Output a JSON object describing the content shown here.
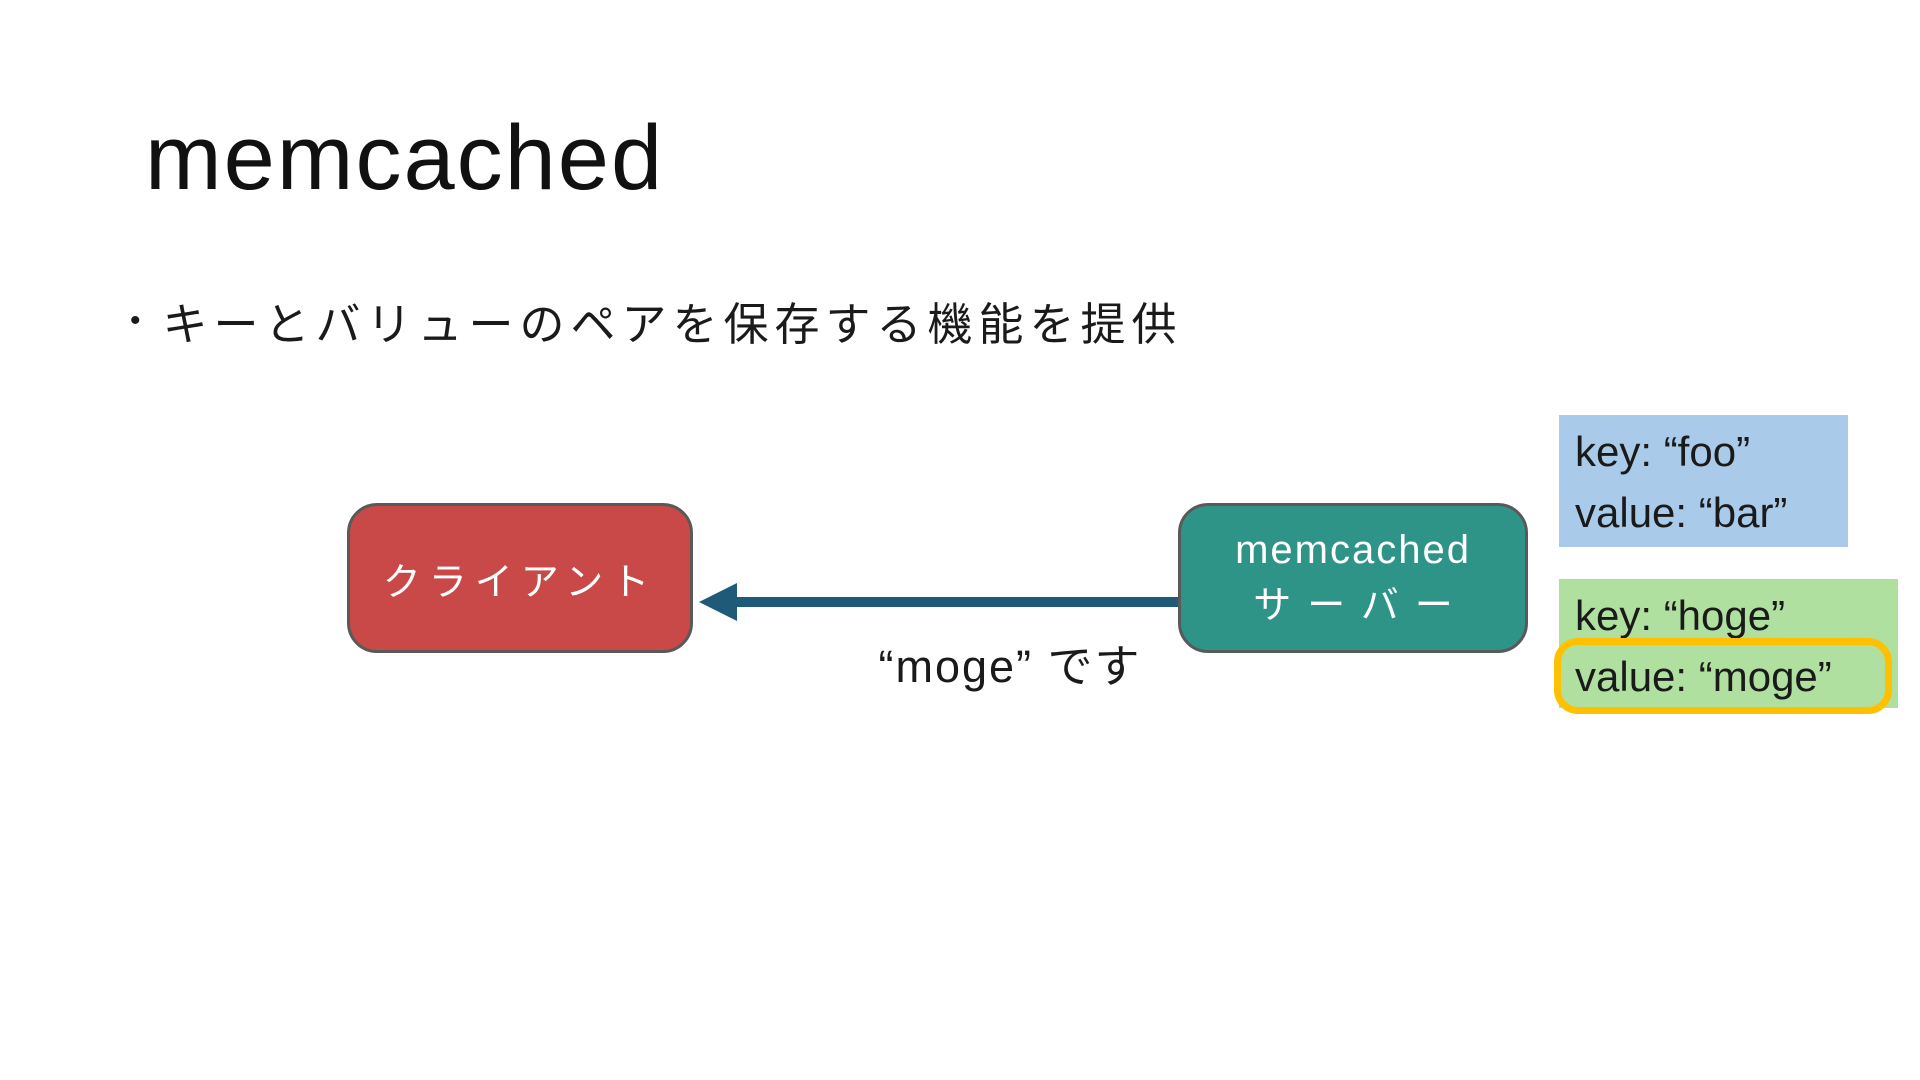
{
  "slide": {
    "title": "memcached",
    "bullet_marker": "•",
    "bullet_text": "キーとバリューのペアを保存する機能を提供"
  },
  "diagram": {
    "client": {
      "label": "クライアント"
    },
    "server": {
      "label_line1": "memcached",
      "label_line2": "サーバー"
    },
    "arrow_label": "“moge” です",
    "kv_pairs": [
      {
        "line1": "key: “foo”",
        "line2": "value: “bar”"
      },
      {
        "line1": "key: “hoge”",
        "line2": "value: “moge”"
      }
    ]
  },
  "colors": {
    "background": "#FFFFFF",
    "title_text": "#111111",
    "body_text": "#1A1A1A",
    "client_fill": "#C94848",
    "server_fill": "#2E9488",
    "node_border": "#595959",
    "node_text": "#FFFFFF",
    "arrow": "#1F5A78",
    "kv_blue_fill": "#A9CBE9",
    "kv_green_fill": "#B0E0A0",
    "highlight_stroke": "#FFC000"
  }
}
